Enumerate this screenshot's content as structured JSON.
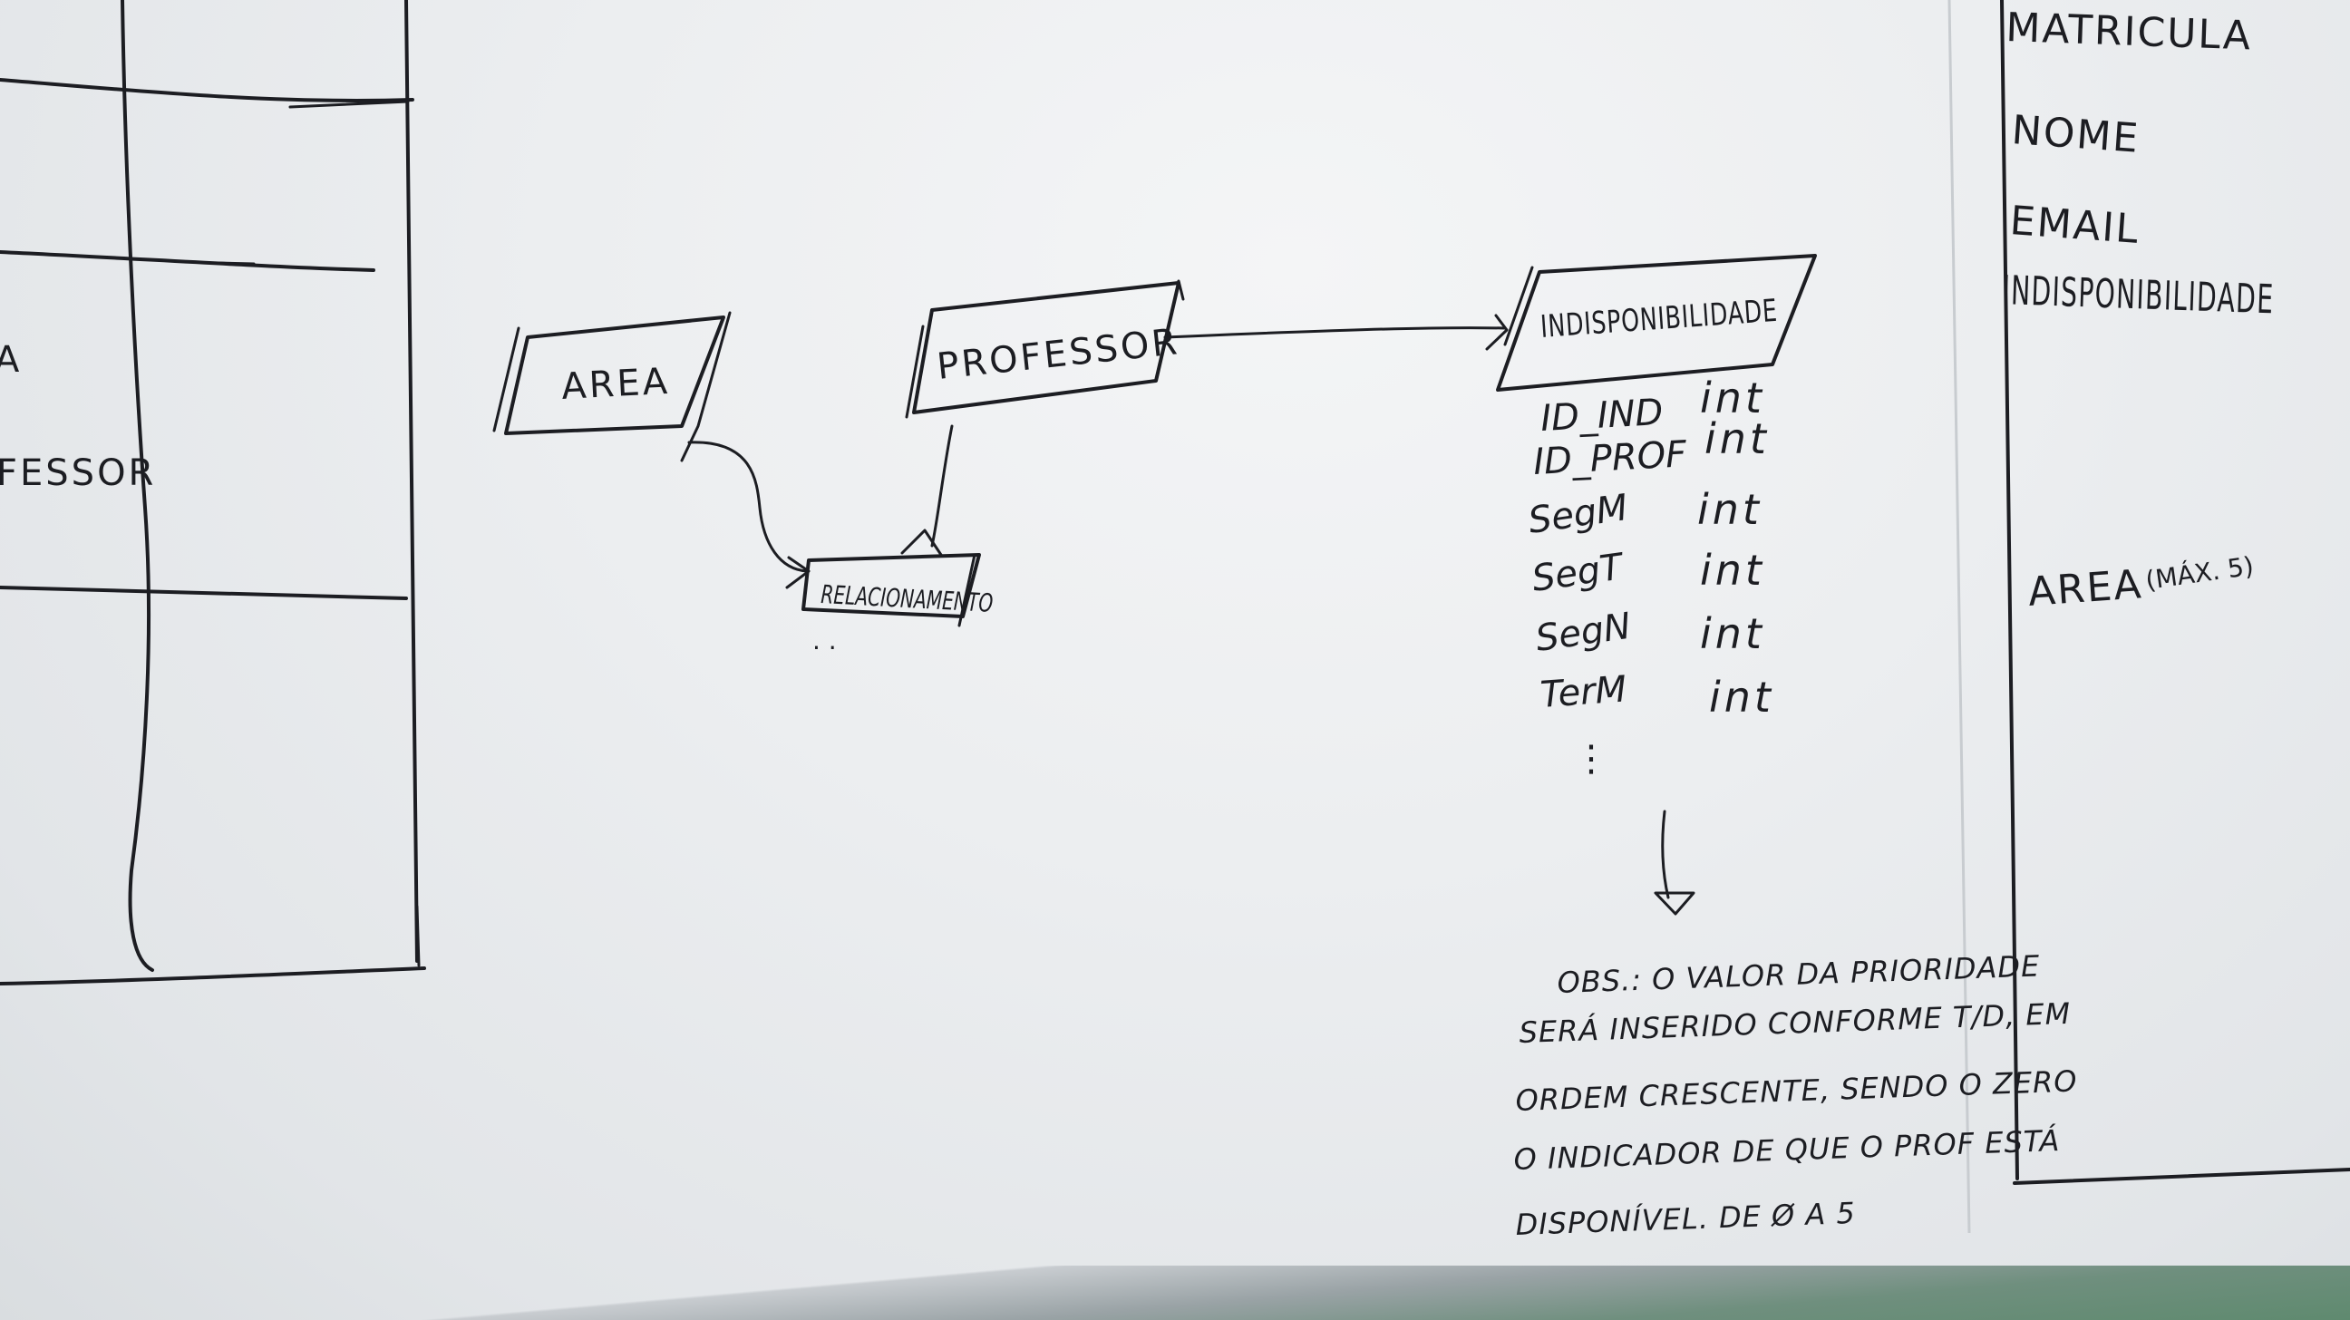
{
  "left_table": {
    "row_labels": [
      "A",
      "FESSOR"
    ]
  },
  "diagram": {
    "entities": {
      "area": "AREA",
      "professor": "PROFESSOR",
      "relacionamento": "RELACIONAMENTO",
      "indisponibilidade": "INDISPONIBILIDADE"
    },
    "fields": [
      {
        "name": "ID_IND",
        "type": "int"
      },
      {
        "name": "ID_PROF",
        "type": "int"
      },
      {
        "name": "SegM",
        "type": "int"
      },
      {
        "name": "SegT",
        "type": "int"
      },
      {
        "name": "SegN",
        "type": "int"
      },
      {
        "name": "TerM",
        "type": "int"
      }
    ],
    "ellipsis": "⋮",
    "dots": ". ."
  },
  "note": {
    "lines": [
      "OBS.: O VALOR DA PRIORIDADE",
      "SERÁ INSERIDO CONFORME T/D, EM",
      "ORDEM CRESCENTE, SENDO O ZERO",
      "O INDICADOR DE QUE O PROF ESTÁ",
      "DISPONÍVEL. DE Ø A 5"
    ]
  },
  "right_list": {
    "items": [
      "MATRICULA",
      "NOME",
      "EMAIL",
      "INDISPONIBILIDADE"
    ],
    "area_label": "AREA",
    "area_note": "(MÁX. 5)"
  }
}
